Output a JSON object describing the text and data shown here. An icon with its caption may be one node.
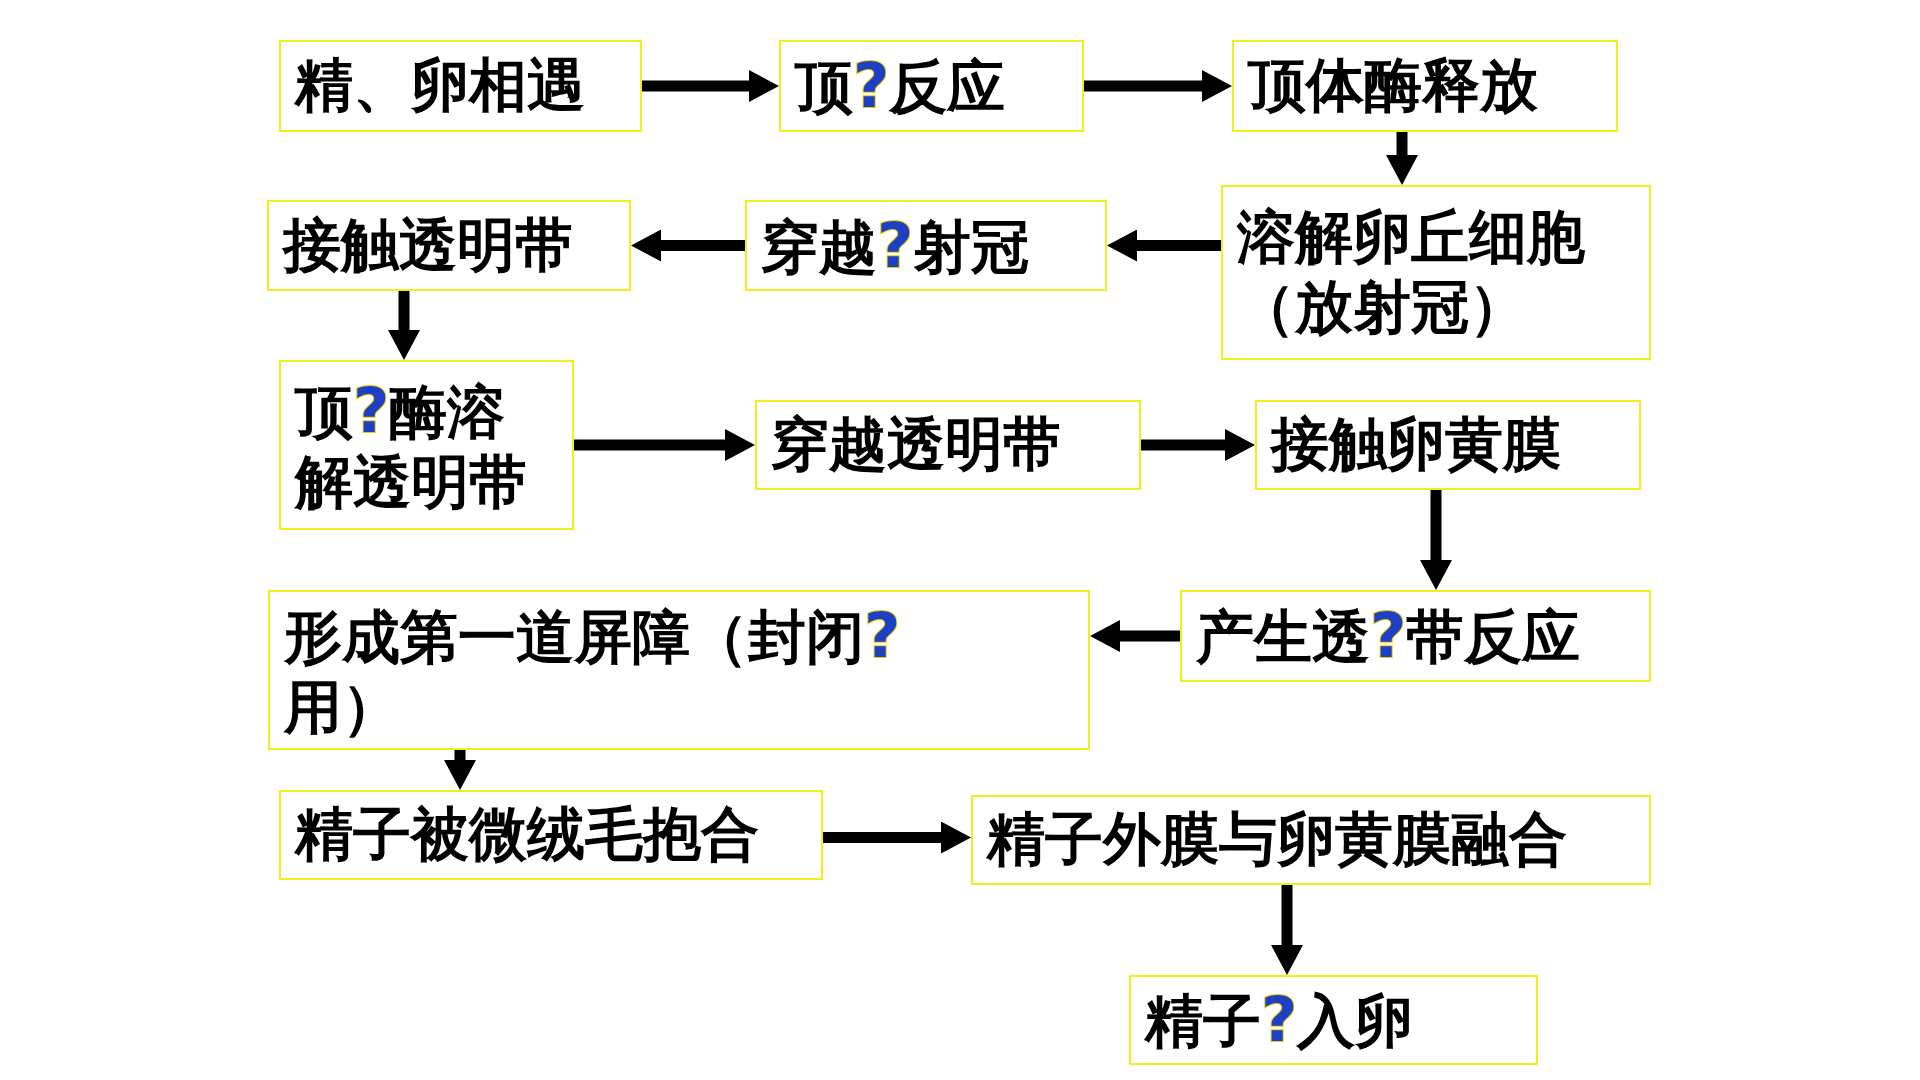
{
  "diagram": {
    "nodes": [
      {
        "text": [
          "精、卵相遇"
        ]
      },
      {
        "text": [
          "顶**?**反应"
        ]
      },
      {
        "text": [
          "顶体酶释放"
        ]
      },
      {
        "text": [
          "溶解卵丘细胞（放射冠）"
        ]
      },
      {
        "text": [
          "穿越**?**射冠"
        ]
      },
      {
        "text": [
          "接触透明带"
        ]
      },
      {
        "text": [
          "顶**?**酶溶解透明带"
        ]
      },
      {
        "text": [
          "穿越透明带"
        ]
      },
      {
        "text": [
          "接触卵黄膜"
        ]
      },
      {
        "text": [
          "产生透**?**带反应"
        ]
      },
      {
        "text": [
          "形成第一道屏障（封闭**?**用）"
        ]
      },
      {
        "text": [
          "精子被微绒毛抱合"
        ]
      },
      {
        "text": [
          "精子外膜与卵黄膜融合"
        ]
      },
      {
        "text": [
          "精子**?**入卵"
        ]
      }
    ],
    "edges": [
      {
        "from": 0,
        "to": 1,
        "arrow": "to"
      },
      {
        "from": 1,
        "to": 2,
        "arrow": "to"
      },
      {
        "from": 2,
        "to": 3,
        "arrow": "to"
      },
      {
        "from": 3,
        "to": 4,
        "arrow": "to"
      },
      {
        "from": 4,
        "to": 5,
        "arrow": "to"
      },
      {
        "from": 5,
        "to": 6,
        "arrow": "to"
      },
      {
        "from": 6,
        "to": 7,
        "arrow": "to"
      },
      {
        "from": 7,
        "to": 8,
        "arrow": "to"
      },
      {
        "from": 8,
        "to": 9,
        "arrow": "to"
      },
      {
        "from": 9,
        "to": 10,
        "arrow": "to"
      },
      {
        "from": 10,
        "to": 11,
        "arrow": "to"
      },
      {
        "from": 11,
        "to": 12,
        "arrow": "to"
      },
      {
        "from": 12,
        "to": 13,
        "arrow": "to"
      }
    ]
  }
}
